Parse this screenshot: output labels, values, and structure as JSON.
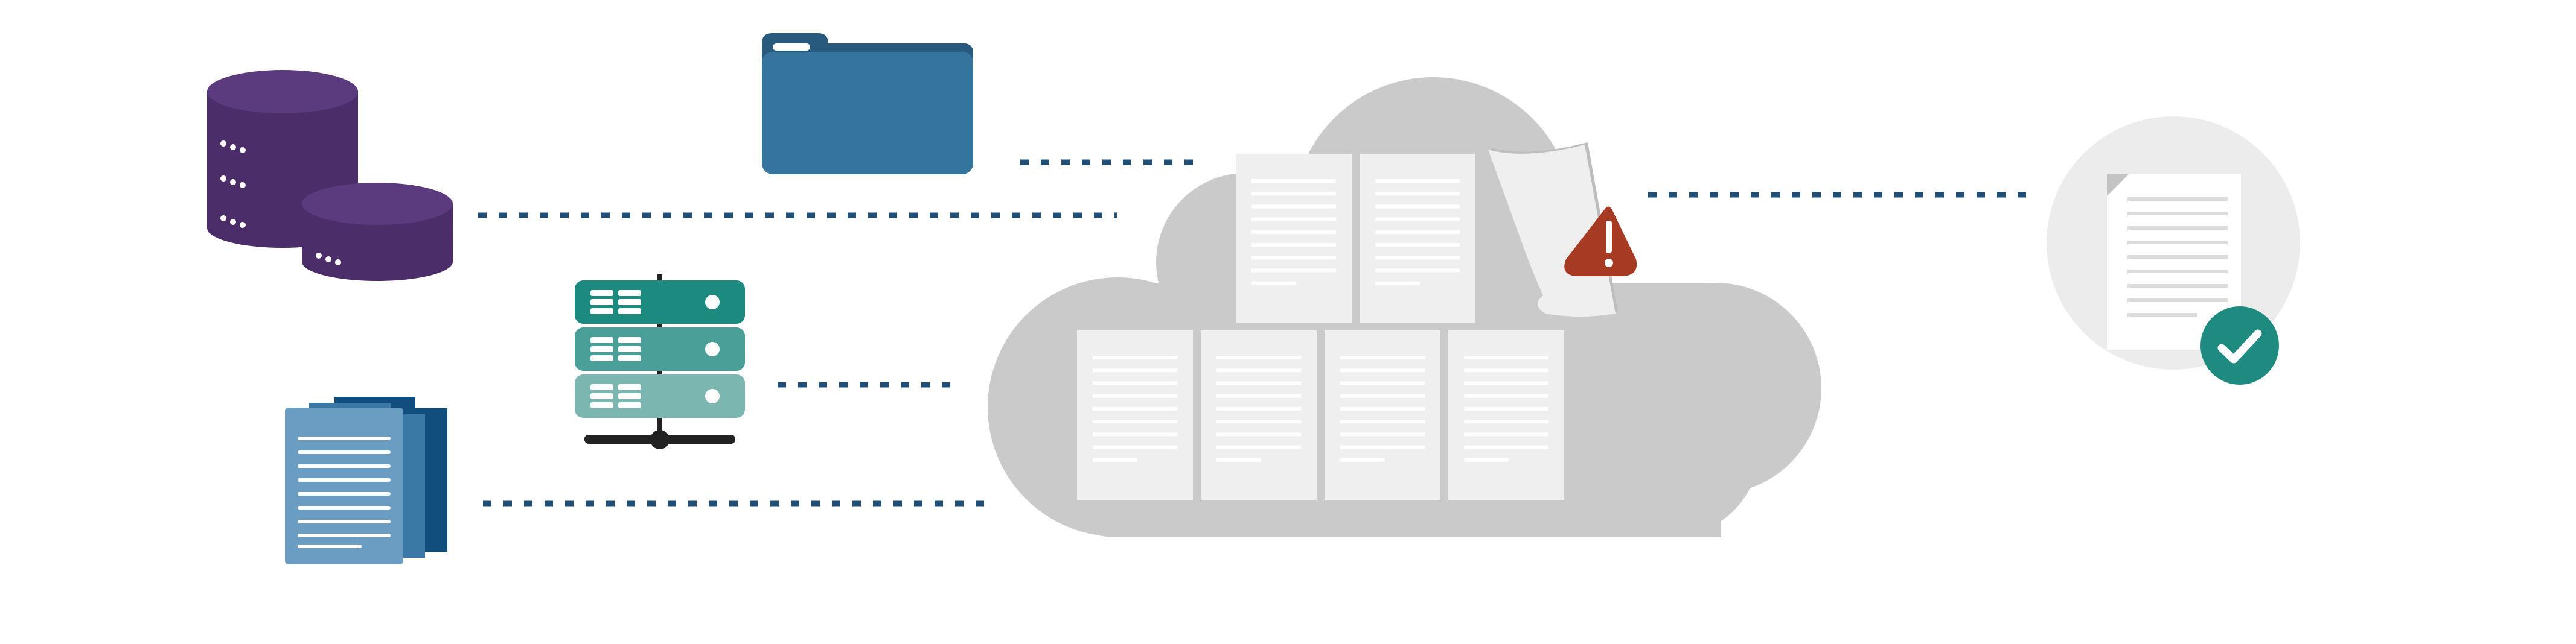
{
  "diagram": {
    "type": "data-migration-to-cloud",
    "sources": [
      {
        "id": "databases",
        "icon": "database-stack-icon"
      },
      {
        "id": "folder",
        "icon": "folder-icon"
      },
      {
        "id": "servers",
        "icon": "server-rack-icon"
      },
      {
        "id": "documents",
        "icon": "document-stack-icon"
      }
    ],
    "destination": {
      "icon": "cloud-icon",
      "pages_top_row": 2,
      "pages_bottom_row": 4
    },
    "alert": {
      "icon": "warning-triangle-icon"
    },
    "result": {
      "icon": "verified-document-icon",
      "badge": "checkmark-icon"
    },
    "colors": {
      "database": "#5c3a7e",
      "database_dark": "#4b2d69",
      "folder": "#35759d",
      "folder_dark": "#275a7c",
      "server_1": "#1d8a80",
      "server_2": "#4a9f98",
      "server_3": "#7bb6b1",
      "server_base": "#222222",
      "docs_back": "#114e7d",
      "docs_mid": "#3a78a6",
      "docs_front": "#6b9cc1",
      "cloud": "#cacaca",
      "page": "#efefef",
      "page_lines": "#ffffff",
      "alert": "#a63a22",
      "dotted_line": "#1f4e79",
      "result_circle": "#ececec",
      "check_badge": "#1f8a80"
    }
  }
}
